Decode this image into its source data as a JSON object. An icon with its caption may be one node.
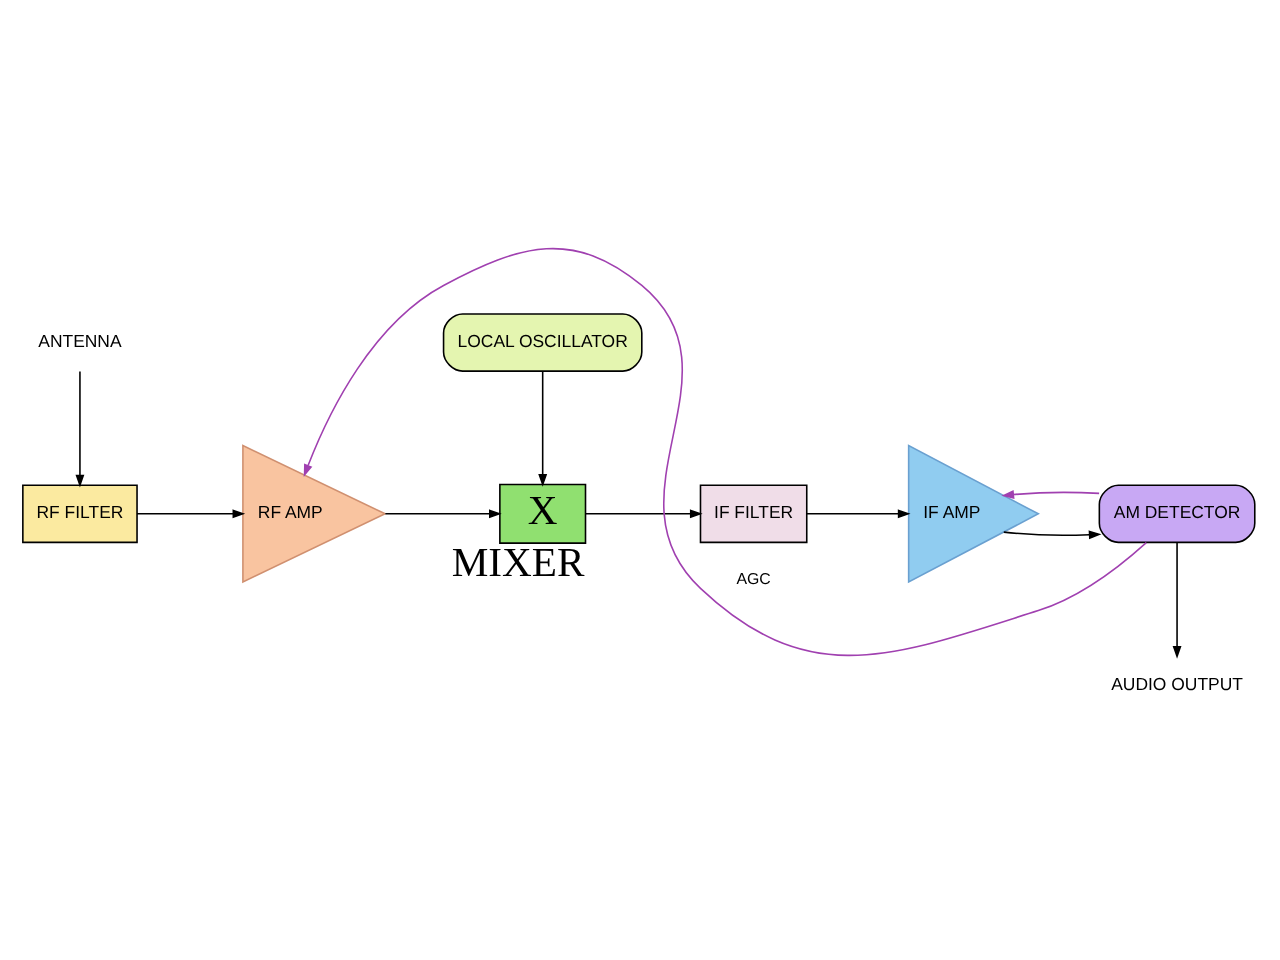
{
  "diagram": {
    "nodes": [
      {
        "text": [
          "ANTENNA"
        ]
      },
      {
        "text": [
          "RF FILTER"
        ]
      },
      {
        "text": [
          "RF AMP"
        ]
      },
      {
        "text": [
          "LOCAL OSCILLATOR"
        ]
      },
      {
        "text": [
          "X"
        ],
        "beside": [
          "MIXER"
        ]
      },
      {
        "text": [
          "IF FILTER"
        ]
      },
      {
        "text": [
          "IF AMP"
        ]
      },
      {
        "text": [
          "AM DETECTOR"
        ]
      },
      {
        "text": [
          "AUDIO OUTPUT"
        ]
      }
    ],
    "edges": [
      {
        "from": 0,
        "to": 1,
        "arrow": "to"
      },
      {
        "from": 1,
        "to": 2,
        "arrow": "to"
      },
      {
        "from": 2,
        "to": 4,
        "arrow": "to"
      },
      {
        "from": 3,
        "to": 4,
        "arrow": "to"
      },
      {
        "from": 4,
        "to": 5,
        "arrow": "to"
      },
      {
        "from": 5,
        "to": 6,
        "arrow": "to"
      },
      {
        "from": 6,
        "to": 7,
        "arrow": "to"
      },
      {
        "from": 7,
        "to": 8,
        "arrow": "to"
      },
      {
        "from": 7,
        "to": 2,
        "arrow": "to",
        "label": "AGC",
        "color": "#a040b0"
      },
      {
        "from": 7,
        "to": 6,
        "arrow": "to",
        "color": "#a040b0"
      }
    ]
  }
}
